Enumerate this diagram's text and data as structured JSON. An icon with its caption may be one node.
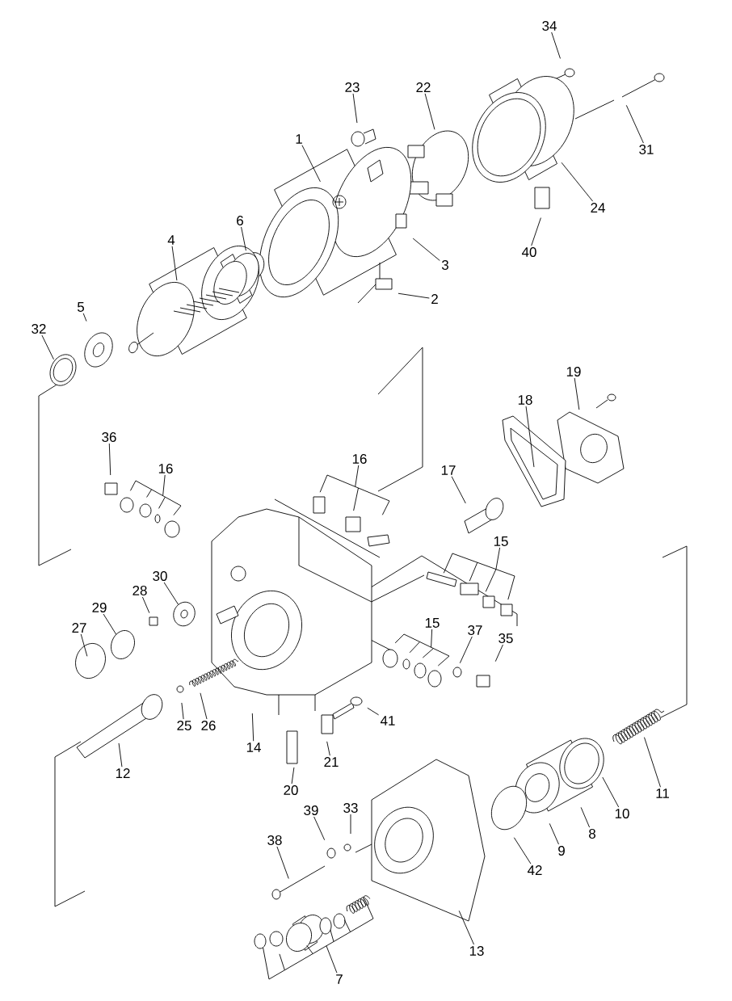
{
  "diagram": {
    "nodes": [
      {
        "text": [
          "34"
        ]
      },
      {
        "text": [
          "22"
        ]
      },
      {
        "text": [
          "23"
        ]
      },
      {
        "text": [
          "1"
        ]
      },
      {
        "text": [
          "31"
        ]
      },
      {
        "text": [
          "24"
        ]
      },
      {
        "text": [
          "6"
        ]
      },
      {
        "text": [
          "4"
        ]
      },
      {
        "text": [
          "40"
        ]
      },
      {
        "text": [
          "3"
        ]
      },
      {
        "text": [
          "2"
        ]
      },
      {
        "text": [
          "5"
        ]
      },
      {
        "text": [
          "32"
        ]
      },
      {
        "text": [
          "19"
        ]
      },
      {
        "text": [
          "18"
        ]
      },
      {
        "text": [
          "36"
        ]
      },
      {
        "text": [
          "16"
        ]
      },
      {
        "text": [
          "16"
        ]
      },
      {
        "text": [
          "17"
        ]
      },
      {
        "text": [
          "15"
        ]
      },
      {
        "text": [
          "30"
        ]
      },
      {
        "text": [
          "28"
        ]
      },
      {
        "text": [
          "29"
        ]
      },
      {
        "text": [
          "15"
        ]
      },
      {
        "text": [
          "27"
        ]
      },
      {
        "text": [
          "37"
        ]
      },
      {
        "text": [
          "35"
        ]
      },
      {
        "text": [
          "41"
        ]
      },
      {
        "text": [
          "25"
        ]
      },
      {
        "text": [
          "26"
        ]
      },
      {
        "text": [
          "14"
        ]
      },
      {
        "text": [
          "21"
        ]
      },
      {
        "text": [
          "12"
        ]
      },
      {
        "text": [
          "20"
        ]
      },
      {
        "text": [
          "11"
        ]
      },
      {
        "text": [
          "33"
        ]
      },
      {
        "text": [
          "39"
        ]
      },
      {
        "text": [
          "10"
        ]
      },
      {
        "text": [
          "8"
        ]
      },
      {
        "text": [
          "38"
        ]
      },
      {
        "text": [
          "9"
        ]
      },
      {
        "text": [
          "42"
        ]
      },
      {
        "text": [
          "13"
        ]
      },
      {
        "text": [
          "7"
        ]
      }
    ],
    "edges": [
      {
        "from": 0,
        "to": null,
        "arrow": "none"
      },
      {
        "from": 1,
        "to": null,
        "arrow": "none"
      },
      {
        "from": 2,
        "to": null,
        "arrow": "none"
      },
      {
        "from": 3,
        "to": null,
        "arrow": "none"
      },
      {
        "from": 4,
        "to": null,
        "arrow": "none"
      },
      {
        "from": 5,
        "to": null,
        "arrow": "none"
      },
      {
        "from": 6,
        "to": null,
        "arrow": "none"
      },
      {
        "from": 7,
        "to": null,
        "arrow": "none"
      },
      {
        "from": 8,
        "to": null,
        "arrow": "none"
      },
      {
        "from": 9,
        "to": null,
        "arrow": "none"
      },
      {
        "from": 10,
        "to": null,
        "arrow": "none"
      },
      {
        "from": 11,
        "to": null,
        "arrow": "none"
      },
      {
        "from": 12,
        "to": null,
        "arrow": "none"
      },
      {
        "from": 13,
        "to": null,
        "arrow": "none"
      },
      {
        "from": 14,
        "to": null,
        "arrow": "none"
      },
      {
        "from": 15,
        "to": null,
        "arrow": "none"
      },
      {
        "from": 16,
        "to": null,
        "arrow": "none"
      },
      {
        "from": 17,
        "to": null,
        "arrow": "none"
      },
      {
        "from": 18,
        "to": null,
        "arrow": "none"
      },
      {
        "from": 19,
        "to": null,
        "arrow": "none"
      },
      {
        "from": 20,
        "to": null,
        "arrow": "none"
      },
      {
        "from": 21,
        "to": null,
        "arrow": "none"
      },
      {
        "from": 22,
        "to": null,
        "arrow": "none"
      },
      {
        "from": 23,
        "to": null,
        "arrow": "none"
      },
      {
        "from": 24,
        "to": null,
        "arrow": "none"
      },
      {
        "from": 25,
        "to": null,
        "arrow": "none"
      },
      {
        "from": 26,
        "to": null,
        "arrow": "none"
      },
      {
        "from": 27,
        "to": null,
        "arrow": "none"
      },
      {
        "from": 28,
        "to": null,
        "arrow": "none"
      },
      {
        "from": 29,
        "to": null,
        "arrow": "none"
      },
      {
        "from": 30,
        "to": null,
        "arrow": "none"
      },
      {
        "from": 31,
        "to": null,
        "arrow": "none"
      },
      {
        "from": 32,
        "to": null,
        "arrow": "none"
      },
      {
        "from": 33,
        "to": null,
        "arrow": "none"
      },
      {
        "from": 34,
        "to": null,
        "arrow": "none"
      },
      {
        "from": 35,
        "to": null,
        "arrow": "none"
      },
      {
        "from": 36,
        "to": null,
        "arrow": "none"
      },
      {
        "from": 37,
        "to": null,
        "arrow": "none"
      },
      {
        "from": 38,
        "to": null,
        "arrow": "none"
      },
      {
        "from": 39,
        "to": null,
        "arrow": "none"
      },
      {
        "from": 40,
        "to": null,
        "arrow": "none"
      },
      {
        "from": 41,
        "to": null,
        "arrow": "none"
      },
      {
        "from": 42,
        "to": null,
        "arrow": "none"
      },
      {
        "from": 43,
        "to": null,
        "arrow": "none"
      }
    ]
  }
}
